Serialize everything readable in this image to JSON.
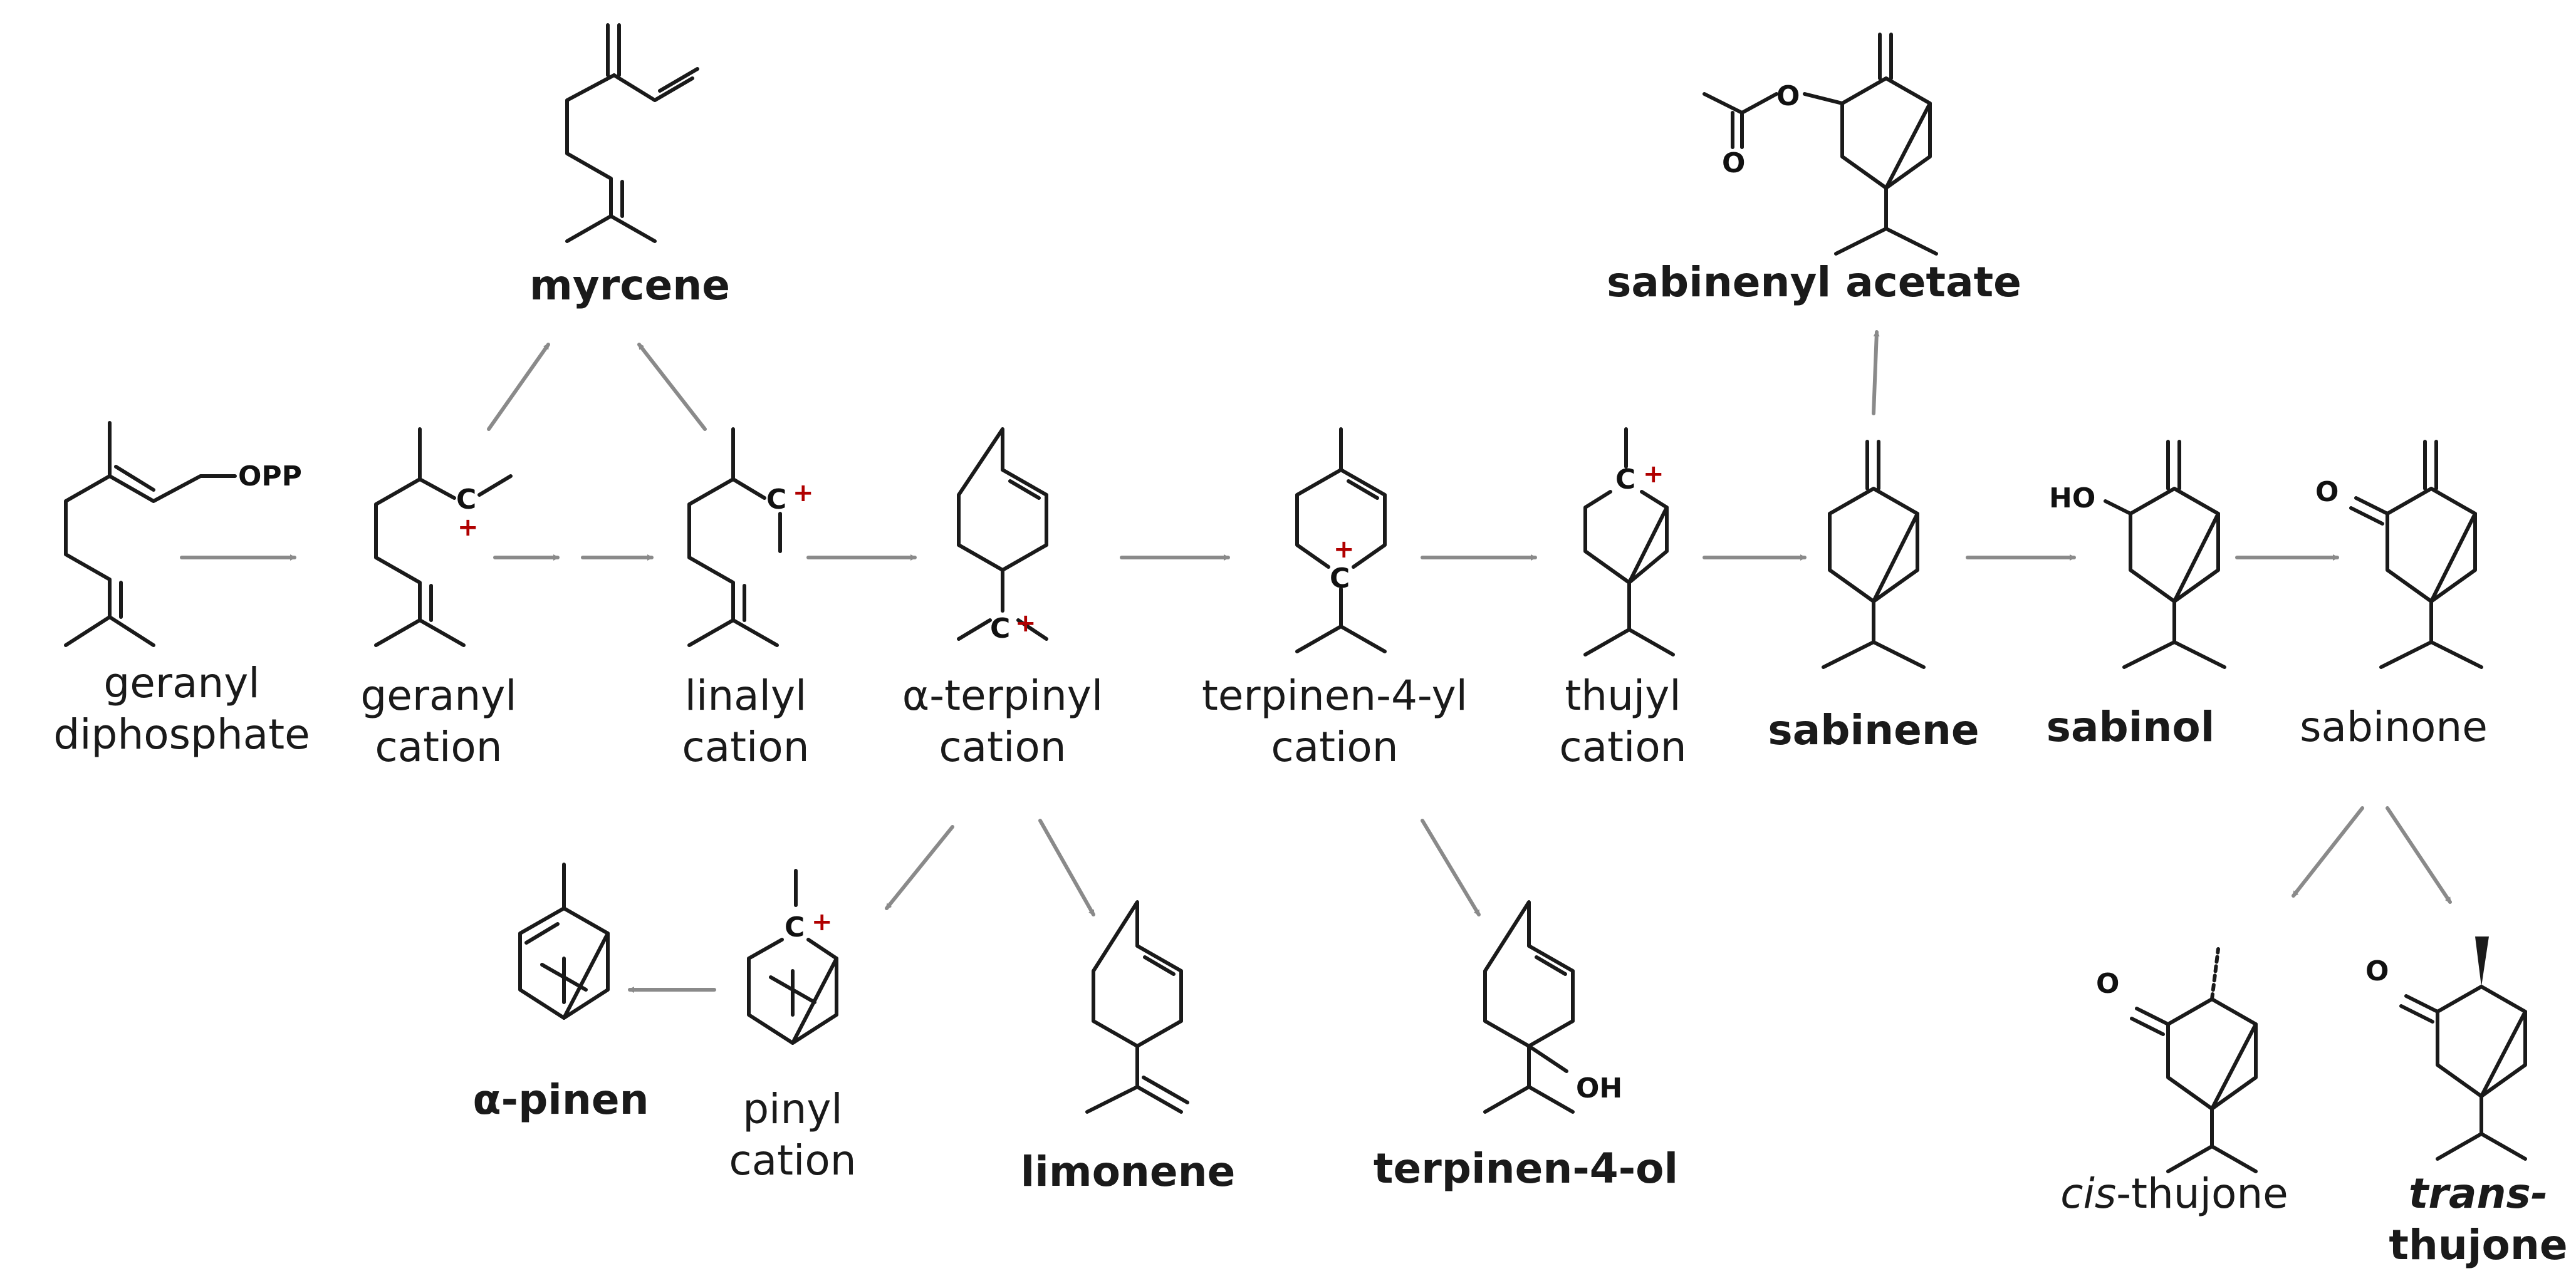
{
  "compounds": {
    "gpp": {
      "line1": "geranyl",
      "line2": "diphosphate"
    },
    "geranyl_cation": {
      "line1": "geranyl",
      "line2": "cation"
    },
    "linalyl_cation": {
      "line1": "linalyl",
      "line2": "cation"
    },
    "terpinyl_cation": {
      "line1": "α-terpinyl",
      "line2": "cation"
    },
    "terpinen4yl_cation": {
      "line1": "terpinen-4-yl",
      "line2": "cation"
    },
    "thujyl_cation": {
      "line1": "thujyl",
      "line2": "cation"
    },
    "sabinene": {
      "name": "sabinene"
    },
    "sabinol": {
      "name": "sabinol"
    },
    "sabinone": {
      "name": "sabinone"
    },
    "myrcene": {
      "name": "myrcene"
    },
    "sabinenyl_acetate": {
      "name": "sabinenyl acetate"
    },
    "pinyl_cation": {
      "line1": "pinyl",
      "line2": "cation"
    },
    "alpha_pinene": {
      "name": "α-pinen"
    },
    "limonene": {
      "name": "limonene"
    },
    "terpinen4ol": {
      "name": "terpinen-4-ol"
    },
    "cis_thujone": {
      "prefix": "cis",
      "name": "-thujone"
    },
    "trans_thujone": {
      "prefix": "trans-",
      "name": "thujone"
    }
  },
  "atoms": {
    "opp": "OPP",
    "carbon": "C",
    "plus": "+",
    "hydroxyl_left": "HO",
    "hydroxyl_right": "OH",
    "oxygen": "O"
  },
  "colors": {
    "bond": "#1a1a1a",
    "arrow": "#8a8a8a",
    "charge": "#b00000"
  }
}
